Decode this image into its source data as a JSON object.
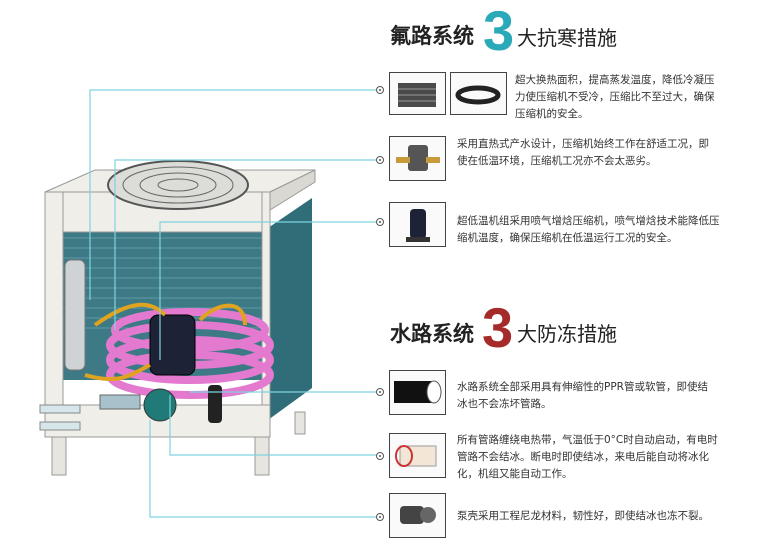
{
  "fluorine": {
    "title": "氟路系统",
    "number": "3",
    "subtitle": "大抗寒措施",
    "number_color": "#2aa9b8",
    "items": [
      {
        "text": "超大换热面积，提高蒸发温度，降低冷凝压力使压缩机不受冷，压缩比不至过大，确保压缩机的安全。",
        "icons": [
          "evaporator-coil-icon",
          "heat-exchanger-tube-icon"
        ]
      },
      {
        "text": "采用直热式产水设计，压缩机始终工作在舒适工况，即使在低温环境，压缩机工况亦不会太恶劣。",
        "icons": [
          "expansion-valve-icon"
        ]
      },
      {
        "text": "超低温机组采用喷气增焓压缩机，喷气增焓技术能降低压缩机温度，确保压缩机在低温运行工况的安全。",
        "icons": [
          "scroll-compressor-icon"
        ]
      }
    ]
  },
  "water": {
    "title": "水路系统",
    "number": "3",
    "subtitle": "大防冻措施",
    "number_color": "#a52a2a",
    "items": [
      {
        "text": "水路系统全部采用具有伸缩性的PPR管或软管，即使结冰也不会冻坏管路。",
        "icons": [
          "insulated-pipe-icon"
        ]
      },
      {
        "text": "所有管路缠绕电热带，气温低于0°C时自动启动，有电时管路不会结冰。断电时即使结冰，来电后能自动将冰化化，机组又能自动工作。",
        "icons": [
          "heating-cable-icon"
        ]
      },
      {
        "text": "泵壳采用工程尼龙材料，韧性好，即使结冰也冻不裂。",
        "icons": [
          "water-pump-icon"
        ]
      }
    ]
  },
  "colors": {
    "accent_line": "#7fd3e0",
    "cabinet": "#efeee8",
    "coil": "#3d7a86",
    "hose": "#e37ad0"
  }
}
